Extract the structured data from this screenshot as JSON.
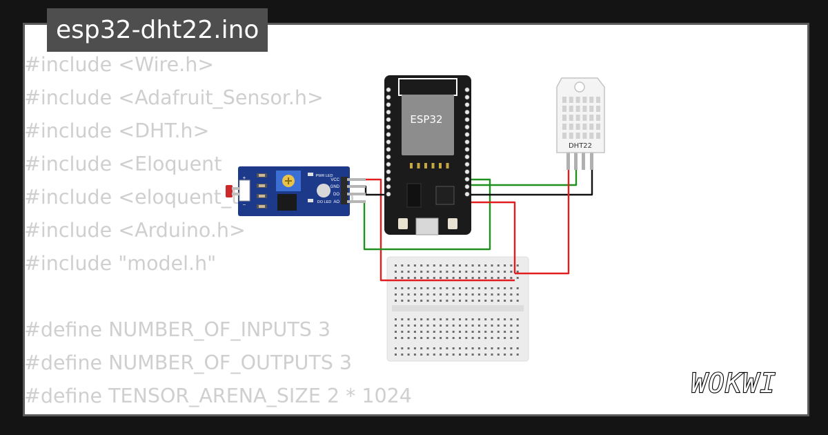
{
  "project": {
    "title": "esp32-dht22.ino"
  },
  "code_lines": [
    "#include <Wire.h>",
    "#include <Adafruit_Sensor.h>",
    "#include <DHT.h>",
    "#include <Eloquent",
    "#include <eloquent_tinyml/tenso",
    "#include <Arduino.h>",
    "#include \"model.h\"",
    "",
    "#define NUMBER_OF_INPUTS 3",
    "#define NUMBER_OF_OUTPUTS 3",
    "#define TENSOR_ARENA_SIZE 2 * 1024"
  ],
  "components": {
    "esp32_label": "ESP32",
    "dht22_label": "DHT22",
    "ldr_labels": {
      "vcc": "VCC",
      "gnd": "GND",
      "do": "DO",
      "ao": "AO",
      "pwr_led": "PWR LED",
      "do_led": "DO LED",
      "plus": "+",
      "minus": "−"
    }
  },
  "brand": {
    "logo": "WOKWI"
  },
  "colors": {
    "background": "#141414",
    "title_bg": "#4e4e4e",
    "code_text": "#cfcfcf",
    "wire_red": "#e11d1d",
    "wire_green": "#1f8f1f",
    "wire_black": "#111111",
    "pcb_blue": "#1d3a8a"
  }
}
